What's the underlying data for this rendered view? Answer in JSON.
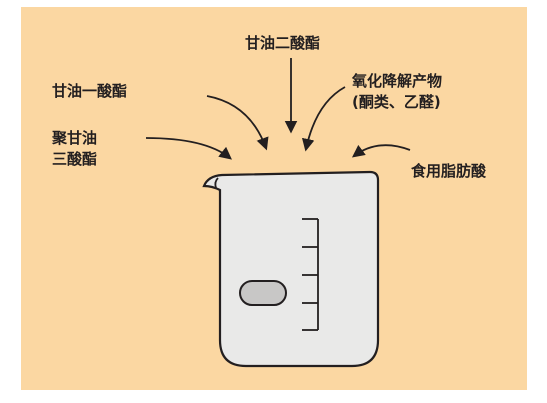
{
  "colors": {
    "background": "#fbd7a2",
    "beaker_fill": "#e9e9e8",
    "outline": "#231f20",
    "pill_fill": "#c8c7c6"
  },
  "labels": {
    "diglyceride": "甘油二酸酯",
    "monoglyceride": "甘油一酸酯",
    "polyglyceride_line1": "聚甘油",
    "polyglyceride_line2": "三酸酯",
    "oxidation_line1": "氧化降解产物",
    "oxidation_line2": "(酮类、乙醛)",
    "fatty_acid": "食用脂肪酸"
  }
}
